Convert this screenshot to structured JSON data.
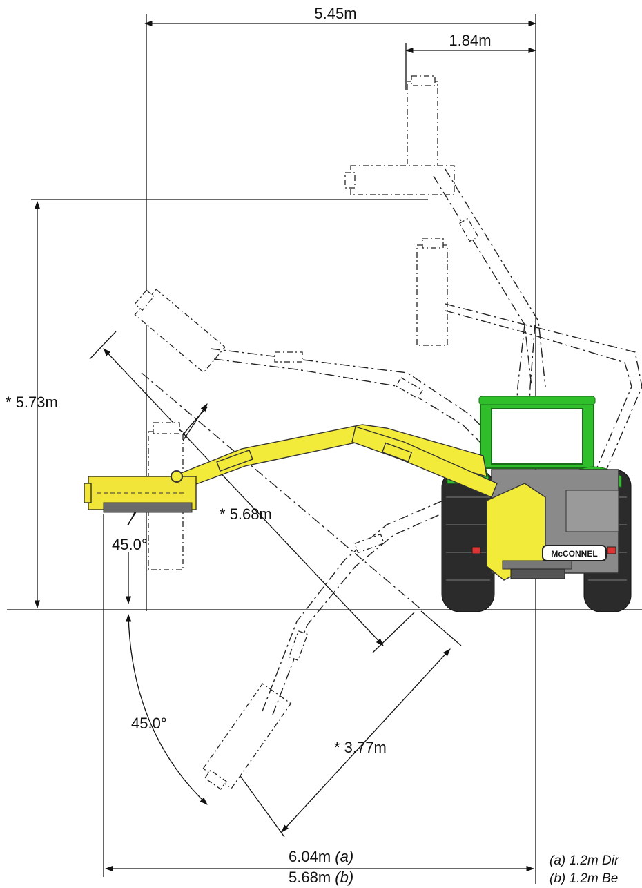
{
  "dimensions": {
    "overall_top": "5.45m",
    "top_right": "1.84m",
    "height_left": "* 5.73m",
    "diagonal_reach": "* 5.68m",
    "lower_reach": "* 3.77m",
    "bottom_a_value": "6.04m",
    "bottom_a_tag": "(a)",
    "bottom_b_value": "5.68m",
    "bottom_b_tag": "(b)"
  },
  "angles": {
    "upper": "45.0°",
    "lower": "45.0°"
  },
  "notes": {
    "note_a": "(a) 1.2m Dir",
    "note_b": "(b) 1.2m Be"
  },
  "brand": "McCONNEL",
  "colors": {
    "arm_yellow": "#f3eb3a",
    "tractor_green": "#2fbf2a",
    "body_grey": "#8a8a8a",
    "tyre_dark": "#2b2b2b"
  }
}
